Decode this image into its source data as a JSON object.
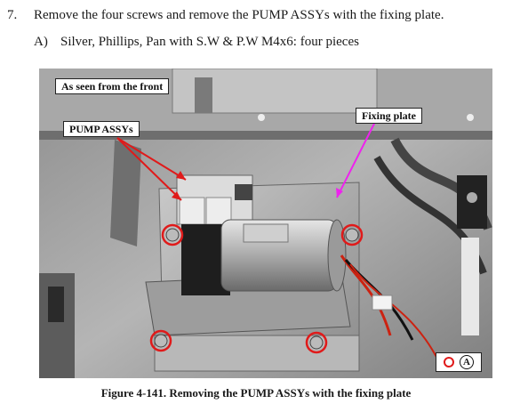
{
  "step": {
    "number": "7.",
    "text": "Remove the four screws and remove the PUMP ASSYs with the fixing plate."
  },
  "substep": {
    "letter": "A)",
    "text": "Silver, Phillips, Pan with S.W & P.W M4x6: four pieces"
  },
  "callouts": {
    "front": "As seen from the front",
    "pump": "PUMP ASSYs",
    "fixing": "Fixing plate"
  },
  "legend": {
    "letter": "A"
  },
  "caption": "Figure 4-141.  Removing the PUMP ASSYs with the fixing plate",
  "colors": {
    "highlight_red": "#e01a1a",
    "arrow_magenta": "#ee22ee"
  }
}
